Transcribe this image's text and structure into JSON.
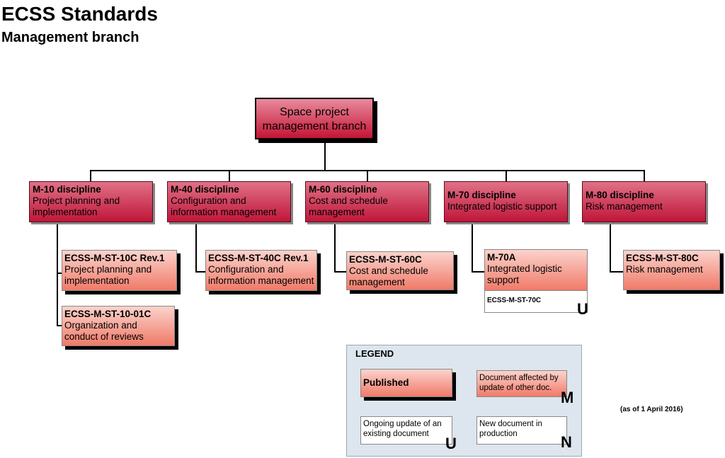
{
  "header": {
    "title": "ECSS Standards",
    "subtitle": "Management branch"
  },
  "root": {
    "line1": "Space project",
    "line2": "management branch"
  },
  "disciplines": [
    {
      "code": "M-10 discipline",
      "name": "Project planning and implementation"
    },
    {
      "code": "M-40 discipline",
      "name": "Configuration and information management"
    },
    {
      "code": "M-60 discipline",
      "name": "Cost and schedule management"
    },
    {
      "code": "M-70 discipline",
      "name": "Integrated logistic support"
    },
    {
      "code": "M-80 discipline",
      "name": "Risk management"
    }
  ],
  "documents": [
    {
      "code": "ECSS-M-ST-10C Rev.1",
      "name": "Project planning and implementation"
    },
    {
      "code": "ECSS-M-ST-10-01C",
      "name": "Organization and conduct of reviews"
    },
    {
      "code": "ECSS-M-ST-40C Rev.1",
      "name": "Configuration and information management"
    },
    {
      "code": "ECSS-M-ST-60C",
      "name": "Cost and schedule management"
    },
    {
      "code": "M-70A",
      "name": "Integrated logistic support",
      "sub": "ECSS-M-ST-70C",
      "marker": "U"
    },
    {
      "code": "ECSS-M-ST-80C",
      "name": "Risk management"
    }
  ],
  "legend": {
    "title": "LEGEND",
    "published": "Published",
    "affected": "Document affected by update of other doc.",
    "affected_marker": "M",
    "ongoing": "Ongoing update of an existing document",
    "ongoing_marker": "U",
    "new_doc": "New document in production",
    "new_marker": "N"
  },
  "as_of": "(as of 1 April 2016)",
  "colors": {
    "discipline": "#c8193c",
    "published": "#f4907f",
    "legend_bg": "#dde6ee"
  }
}
